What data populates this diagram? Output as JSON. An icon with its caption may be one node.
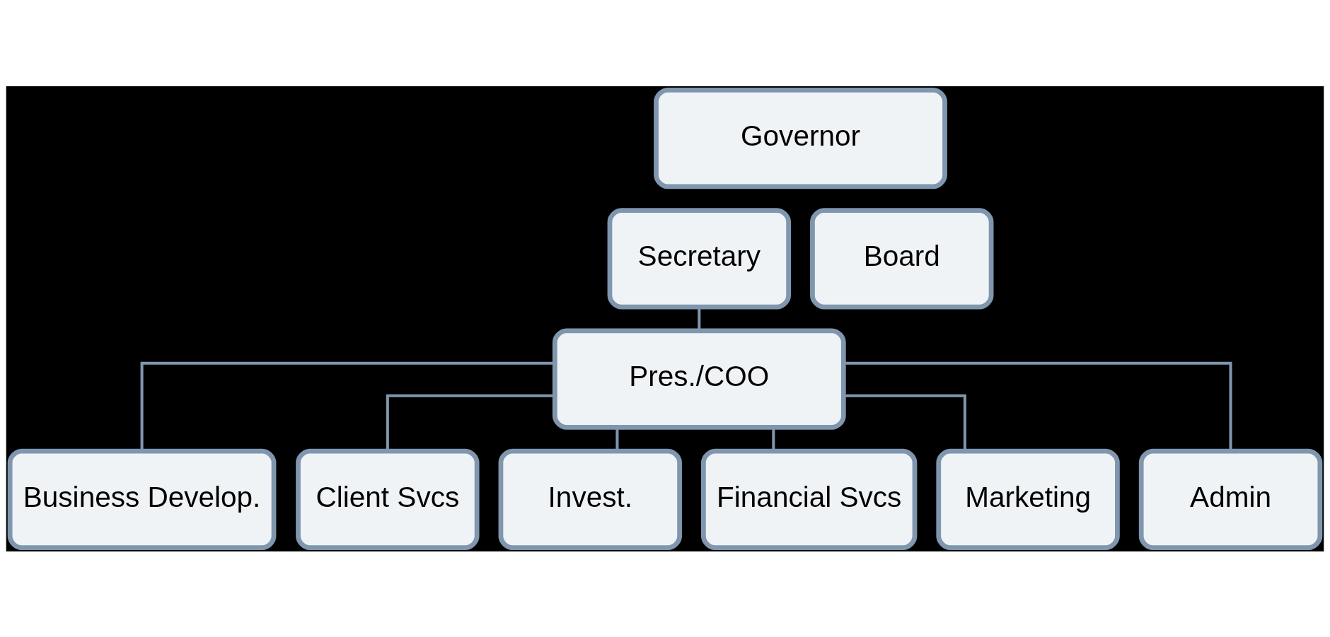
{
  "diagram": {
    "nodes": [
      {
        "text": [
          "Governor"
        ]
      },
      {
        "text": [
          "Secretary"
        ]
      },
      {
        "text": [
          "Board"
        ]
      },
      {
        "text": [
          "Pres./COO"
        ]
      },
      {
        "text": [
          "Business Develop."
        ]
      },
      {
        "text": [
          "Client Svcs"
        ]
      },
      {
        "text": [
          "Invest."
        ]
      },
      {
        "text": [
          "Financial Svcs"
        ]
      },
      {
        "text": [
          "Marketing"
        ]
      },
      {
        "text": [
          "Admin"
        ]
      }
    ],
    "edges": [
      {
        "from": 1,
        "to": 3,
        "arrow": "none"
      },
      {
        "from": 3,
        "to": 4,
        "arrow": "none"
      },
      {
        "from": 3,
        "to": 5,
        "arrow": "none"
      },
      {
        "from": 3,
        "to": 6,
        "arrow": "none"
      },
      {
        "from": 3,
        "to": 7,
        "arrow": "none"
      },
      {
        "from": 3,
        "to": 8,
        "arrow": "none"
      },
      {
        "from": 3,
        "to": 9,
        "arrow": "none"
      }
    ]
  }
}
